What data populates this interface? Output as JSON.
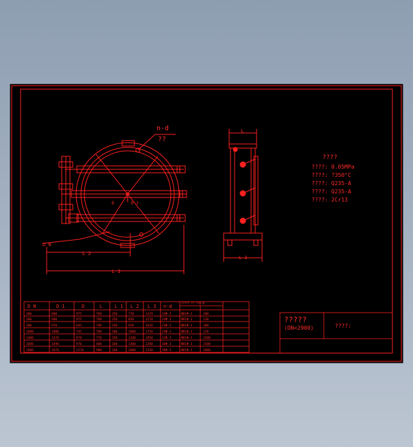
{
  "drawing": {
    "colors": {
      "background": "#000000",
      "line": "#ff2020",
      "page": "#9aa9bb"
    },
    "front_view": {
      "label_nd": "n-d",
      "label_q": "??",
      "label_dn": "D N",
      "label_l2": "L 2",
      "label_l3": "L 3",
      "label_d": "D",
      "label_d1": "D 1"
    },
    "side_view": {
      "label_l_top": "L",
      "label_l1": "L 1"
    },
    "specs": {
      "title": "????",
      "lines": [
        "????: 0.05MPa",
        "????: ?350°C",
        "????: Q235-A",
        "????: Q235-A",
        "????: 2Cr13"
      ]
    },
    "title_block": {
      "name": "?????",
      "subtitle": "(DN<2900)",
      "right": "????:"
    },
    "table": {
      "headers": [
        "D N",
        "D 1",
        "D",
        "L",
        "L 1",
        "L 2",
        "L 3",
        "n-d",
        "?????\n?? ??N M"
      ],
      "rows": [
        [
          "300",
          "800",
          "975",
          "760",
          "350",
          "770",
          "1470",
          "24Φ-3",
          "ΦD1Φ-3",
          "100"
        ],
        [
          "300",
          "900",
          "975",
          "790",
          "350",
          "850",
          "1570",
          "24Φ-3",
          "ΦD1Φ-3",
          "130"
        ],
        [
          "300",
          "970",
          "645",
          "790",
          "350",
          "920",
          "1620",
          "24Φ-3",
          "ΦD1Φ-3",
          "100"
        ],
        [
          "1000",
          "1000",
          "745",
          "700",
          "300",
          "1000",
          "1750",
          "24Φ-3",
          "ΦD1Φ-3",
          "120"
        ],
        [
          "1400",
          "1470",
          "870",
          "770",
          "350",
          "1200",
          "1950",
          "32Φ-3",
          "ΦD1Φ-3",
          "1500"
        ],
        [
          "1600",
          "1690",
          "970",
          "400",
          "360",
          "1400",
          "2200",
          "36Φ-3",
          "ΦD1Φ-3",
          "1500"
        ],
        [
          "2000",
          "2070",
          "2270",
          "900",
          "360",
          "2000",
          "2350",
          "36Φ-3",
          "ΦD1Φ-3",
          "2000"
        ]
      ]
    }
  }
}
